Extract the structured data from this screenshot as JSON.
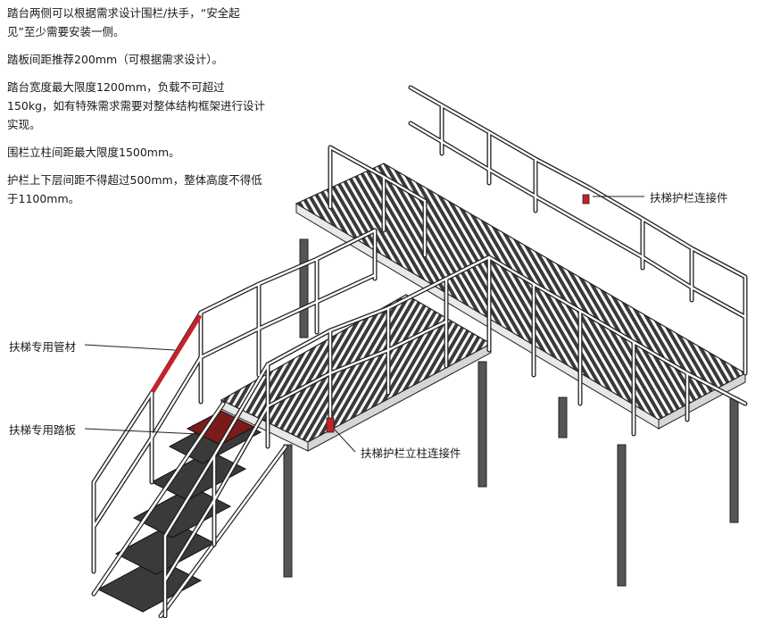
{
  "notes": [
    "踏台两侧可以根据需求设计围栏/扶手，“安全起见”至少需要安装一侧。",
    "踏板间距推荐200mm（可根据需求设计）。",
    "踏台宽度最大限度1200mm，负载不可超过150kg，如有特殊需求需要对整体结构框架进行设计实现。",
    "围栏立柱间距最大限度1500mm。",
    "护栏上下层间距不得超过500mm，整体高度不得低于1100mm。"
  ],
  "callouts": {
    "rail_connector": "扶梯护栏连接件",
    "stair_tube": "扶梯专用管材",
    "stair_tread": "扶梯专用踏板",
    "post_connector": "扶梯护栏立柱连接件"
  },
  "colors": {
    "highlight": "#c8202a",
    "grating": "#3a3a3a",
    "line": "#222222"
  }
}
